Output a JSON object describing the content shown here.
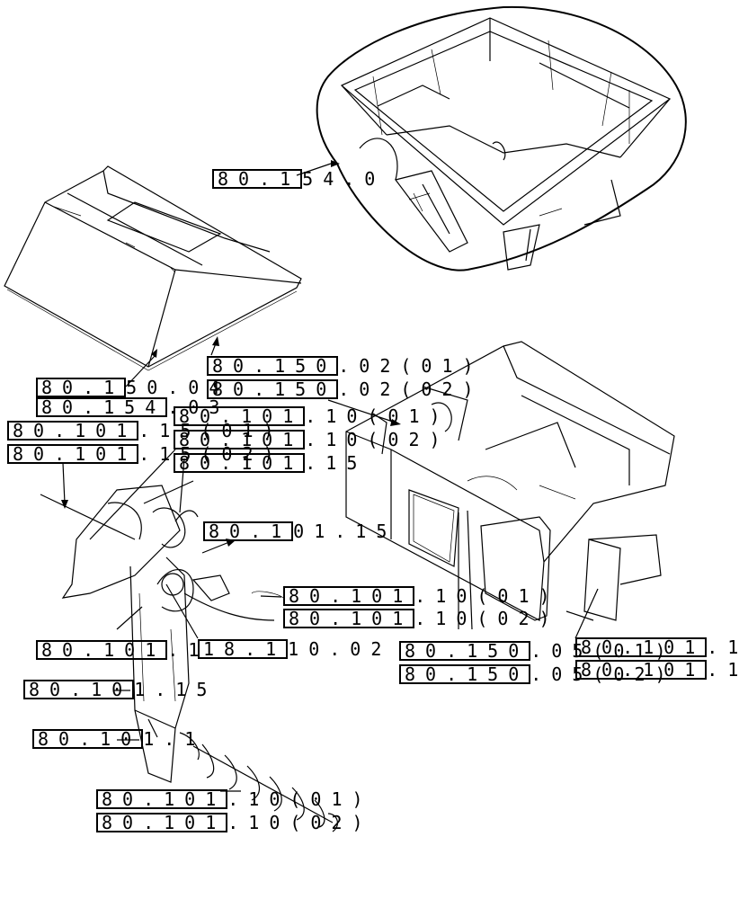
{
  "references": [
    {
      "id": "r1",
      "code": "80.1",
      "tail": "54.0"
    },
    {
      "id": "r2",
      "code": "80.150",
      "tail": ".02(01)"
    },
    {
      "id": "r3",
      "code": "80.150",
      "tail": ".02(02)"
    },
    {
      "id": "r4",
      "code": "80.1",
      "tail": "50.04"
    },
    {
      "id": "r5",
      "code": "80.154",
      "tail": ".03"
    },
    {
      "id": "r6",
      "code": "80.101",
      "tail": ".10(01)"
    },
    {
      "id": "r7",
      "code": "80.101",
      "tail": ".10(02)"
    },
    {
      "id": "r8",
      "code": "80.101",
      "tail": ".15(01)"
    },
    {
      "id": "r9",
      "code": "80.101",
      "tail": ".15(02)"
    },
    {
      "id": "r10",
      "code": "80.101",
      "tail": ".15"
    },
    {
      "id": "r11",
      "code": "80.1",
      "tail": "01.15"
    },
    {
      "id": "r12",
      "code": "80.101",
      "tail": ".10(01)"
    },
    {
      "id": "r13",
      "code": "80.101",
      "tail": ".10(02)"
    },
    {
      "id": "r14",
      "code": "80.101",
      "tail": ".1"
    },
    {
      "id": "r15",
      "code": "18.1",
      "tail": "10.02"
    },
    {
      "id": "r16",
      "code": "80.150",
      "tail": ".05(01)"
    },
    {
      "id": "r17",
      "code": "80.150",
      "tail": ".05(02)"
    },
    {
      "id": "r18",
      "code": "80.101",
      "tail": ".1"
    },
    {
      "id": "r19",
      "code": "80.101",
      "tail": ".1"
    },
    {
      "id": "r20",
      "code": "80.10",
      "tail": "1.15"
    },
    {
      "id": "r21",
      "code": "80.10",
      "tail": "1.1"
    },
    {
      "id": "r22",
      "code": "80.101",
      "tail": ".10(01)"
    },
    {
      "id": "r23",
      "code": "80.101",
      "tail": ".10(02)"
    }
  ]
}
